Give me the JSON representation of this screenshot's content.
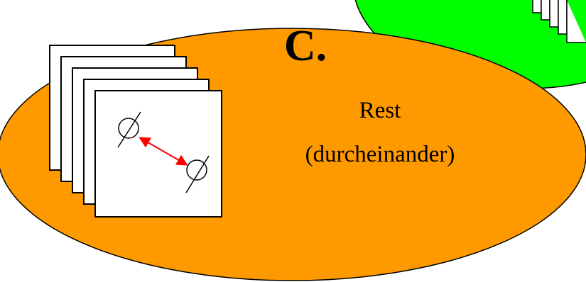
{
  "diagram": {
    "section_letter": "C.",
    "label_line1": "Rest",
    "label_line2": "(durcheinander)",
    "colors": {
      "orange_region": "#ff9900",
      "green_region": "#00ff00",
      "card_fill": "#ffffff",
      "outline": "#000000",
      "arrow": "#ff0000"
    },
    "icons": {
      "markers": "crossed-circle-icon",
      "connector": "double-headed-arrow-icon"
    }
  }
}
